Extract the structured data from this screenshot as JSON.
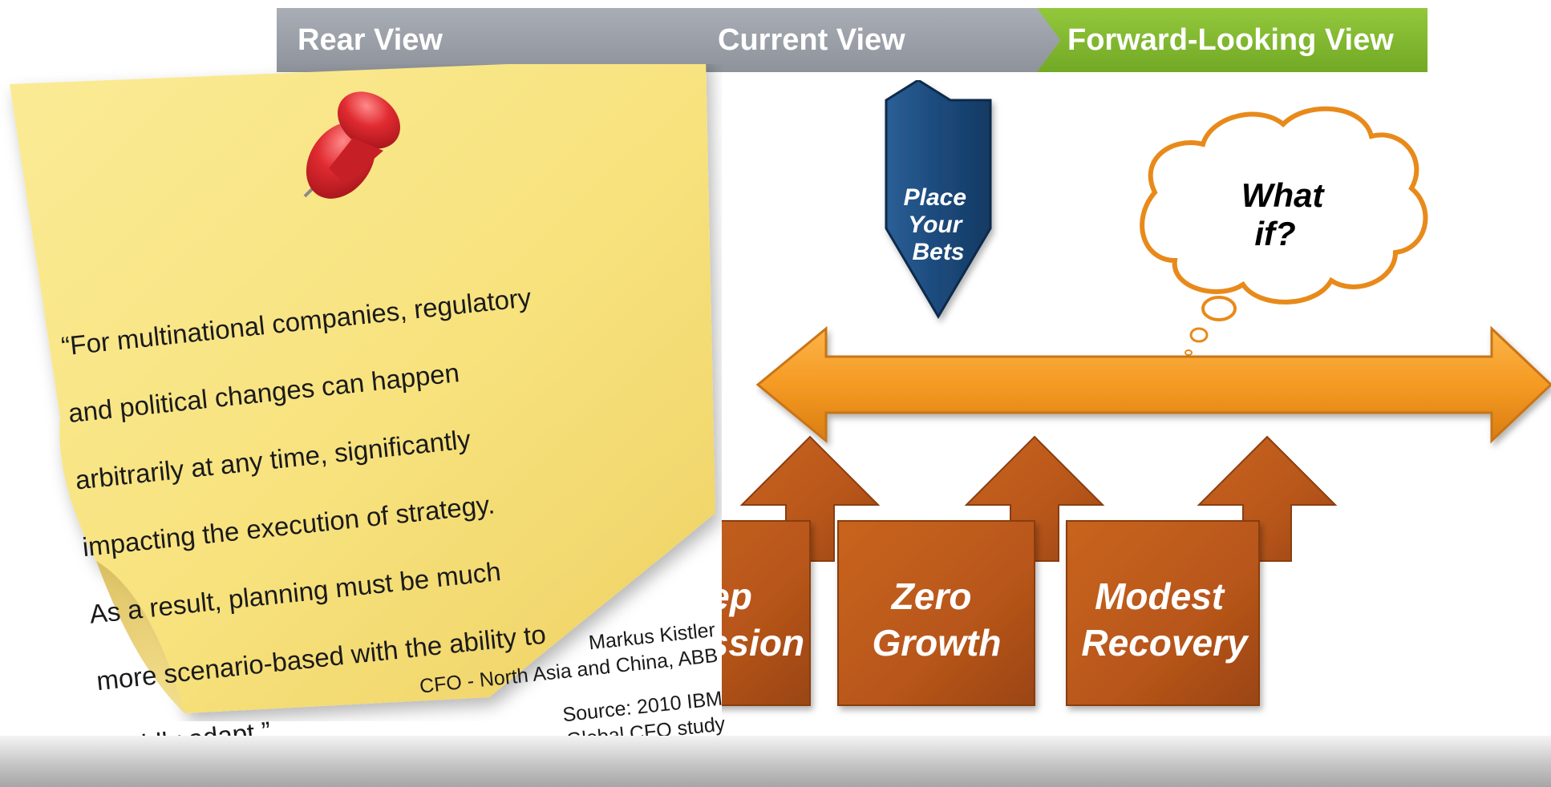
{
  "tabs": [
    {
      "label": "Rear View",
      "color": "#9ea2aa"
    },
    {
      "label": "Current View",
      "color": "#9ea2aa"
    },
    {
      "label": "Forward-Looking View",
      "color": "#7ab530"
    }
  ],
  "sticky_note": {
    "quote_lines": [
      "“For multinational companies, regulatory",
      "and political changes can happen",
      "arbitrarily at any time, significantly",
      "impacting the execution of strategy.",
      "As a result, planning must be much",
      "more scenario-based with the ability to",
      "rapidly adapt.”"
    ],
    "author": "Markus Kistler",
    "author_title": "CFO - North Asia and China, ABB",
    "source_line1": "Source:  2010 IBM",
    "source_line2": "Global CFO study",
    "note_color": "#f7e27d",
    "pin_color": "#d8212a",
    "icon": "pushpin-icon"
  },
  "diagram": {
    "bet_marker": {
      "lines": [
        "Place",
        "Your",
        "Bets"
      ],
      "color": "#1c4a7c"
    },
    "thought_bubble": {
      "lines": [
        "What",
        "if?"
      ],
      "outline_color": "#e88a1a"
    },
    "range_arrow_color": "#f59a23",
    "scenarios": [
      {
        "line1": "Deep",
        "line2": "Recession"
      },
      {
        "line1": "Zero",
        "line2": "Growth"
      },
      {
        "line1": "Modest",
        "line2": "Recovery"
      }
    ],
    "scenario_color": "#b8561a"
  }
}
